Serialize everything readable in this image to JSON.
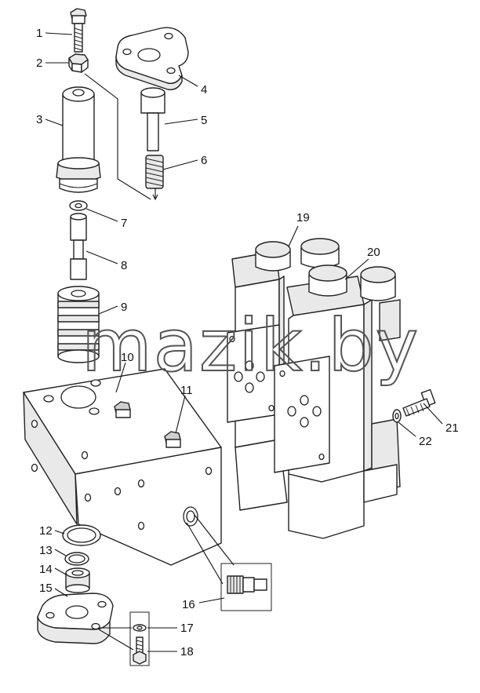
{
  "callouts": {
    "c1": "1",
    "c2": "2",
    "c3": "3",
    "c4": "4",
    "c5": "5",
    "c6": "6",
    "c7": "7",
    "c8": "8",
    "c9": "9",
    "c10": "10",
    "c11": "11",
    "c12": "12",
    "c13": "13",
    "c14": "14",
    "c15": "15",
    "c16": "16",
    "c17": "17",
    "c18": "18",
    "c19": "19",
    "c20": "20",
    "c21": "21",
    "c22": "22"
  },
  "watermark": "mazik.by"
}
